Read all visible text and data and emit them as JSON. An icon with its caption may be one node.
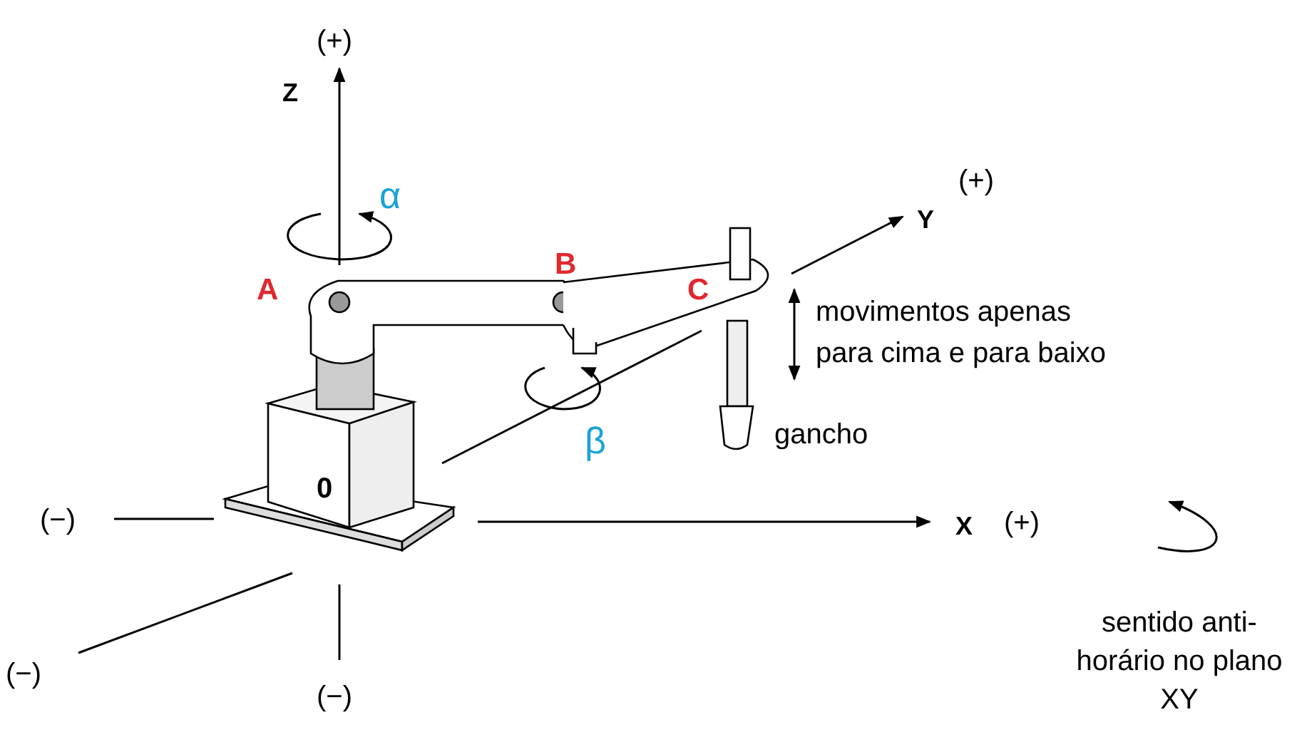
{
  "diagram": {
    "labels": [
      "(+)",
      "Z",
      "α",
      "(+)",
      "B",
      "A",
      "C",
      "Y",
      "movimentos apenas para cima e para baixo",
      "β",
      "gancho",
      "0",
      "(−)",
      "X",
      "(+)",
      "(−)",
      "(−)",
      "sentido anti-horário no plano XY"
    ]
  }
}
